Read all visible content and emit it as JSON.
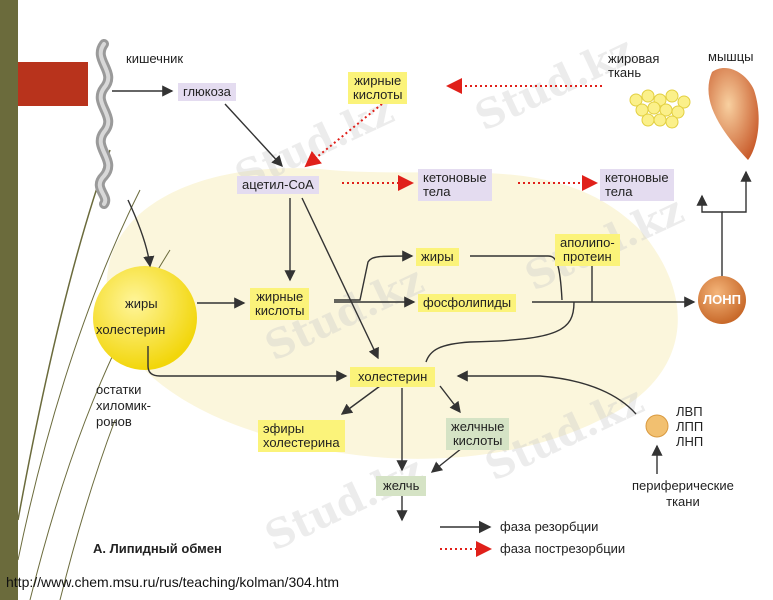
{
  "nodes": {
    "intestine": "кишечник",
    "glucose": "глюкоза",
    "fatty_acids_top": [
      "жирные",
      "кислоты"
    ],
    "adipose": [
      "жировая",
      "ткань"
    ],
    "muscle": "мышцы",
    "acetyl_coa": "ацетил-СоА",
    "ketone_1": [
      "кетоновые",
      "тела"
    ],
    "ketone_2": [
      "кетоновые",
      "тела"
    ],
    "fats_mid": "жиры",
    "apolipoprotein": [
      "аполипо-",
      "протеин"
    ],
    "fats_ball": "жиры",
    "cholesterol_ball": "холестерин",
    "fatty_acids_mid": [
      "жирные",
      "кислоты"
    ],
    "phospholipids": "фосфолипиды",
    "vldl": "ЛОНП",
    "cholesterol": "холестерин",
    "chylomicron": [
      "остатки",
      "хиломик-",
      "ронов"
    ],
    "cholesterol_esters": [
      "эфиры",
      "холестерина"
    ],
    "bile_acids": [
      "желчные",
      "кислоты"
    ],
    "lipoproteins": [
      "ЛВП",
      "ЛПП",
      "ЛНП"
    ],
    "peripheral": [
      "периферические",
      "ткани"
    ],
    "bile": "желчь"
  },
  "legend": {
    "resorption": "фаза резорбции",
    "postresorption": "фаза постререзорбции"
  },
  "title": "А. Липидный обмен",
  "source_url": "http://www.chem.msu.ru/rus/teaching/kolman/304.htm",
  "watermark": "Stud.kz",
  "colors": {
    "arrow_dark": "#333333",
    "arrow_red": "#e0201a",
    "box_yellow": "#fbf37a",
    "box_lilac": "#e4dcf0",
    "box_green": "#d5e3c5",
    "ball_yellow": "#f7e315",
    "ball_orange": "#d9823a",
    "accent_red": "#b8331c",
    "side_bar": "#6b6b3c"
  }
}
